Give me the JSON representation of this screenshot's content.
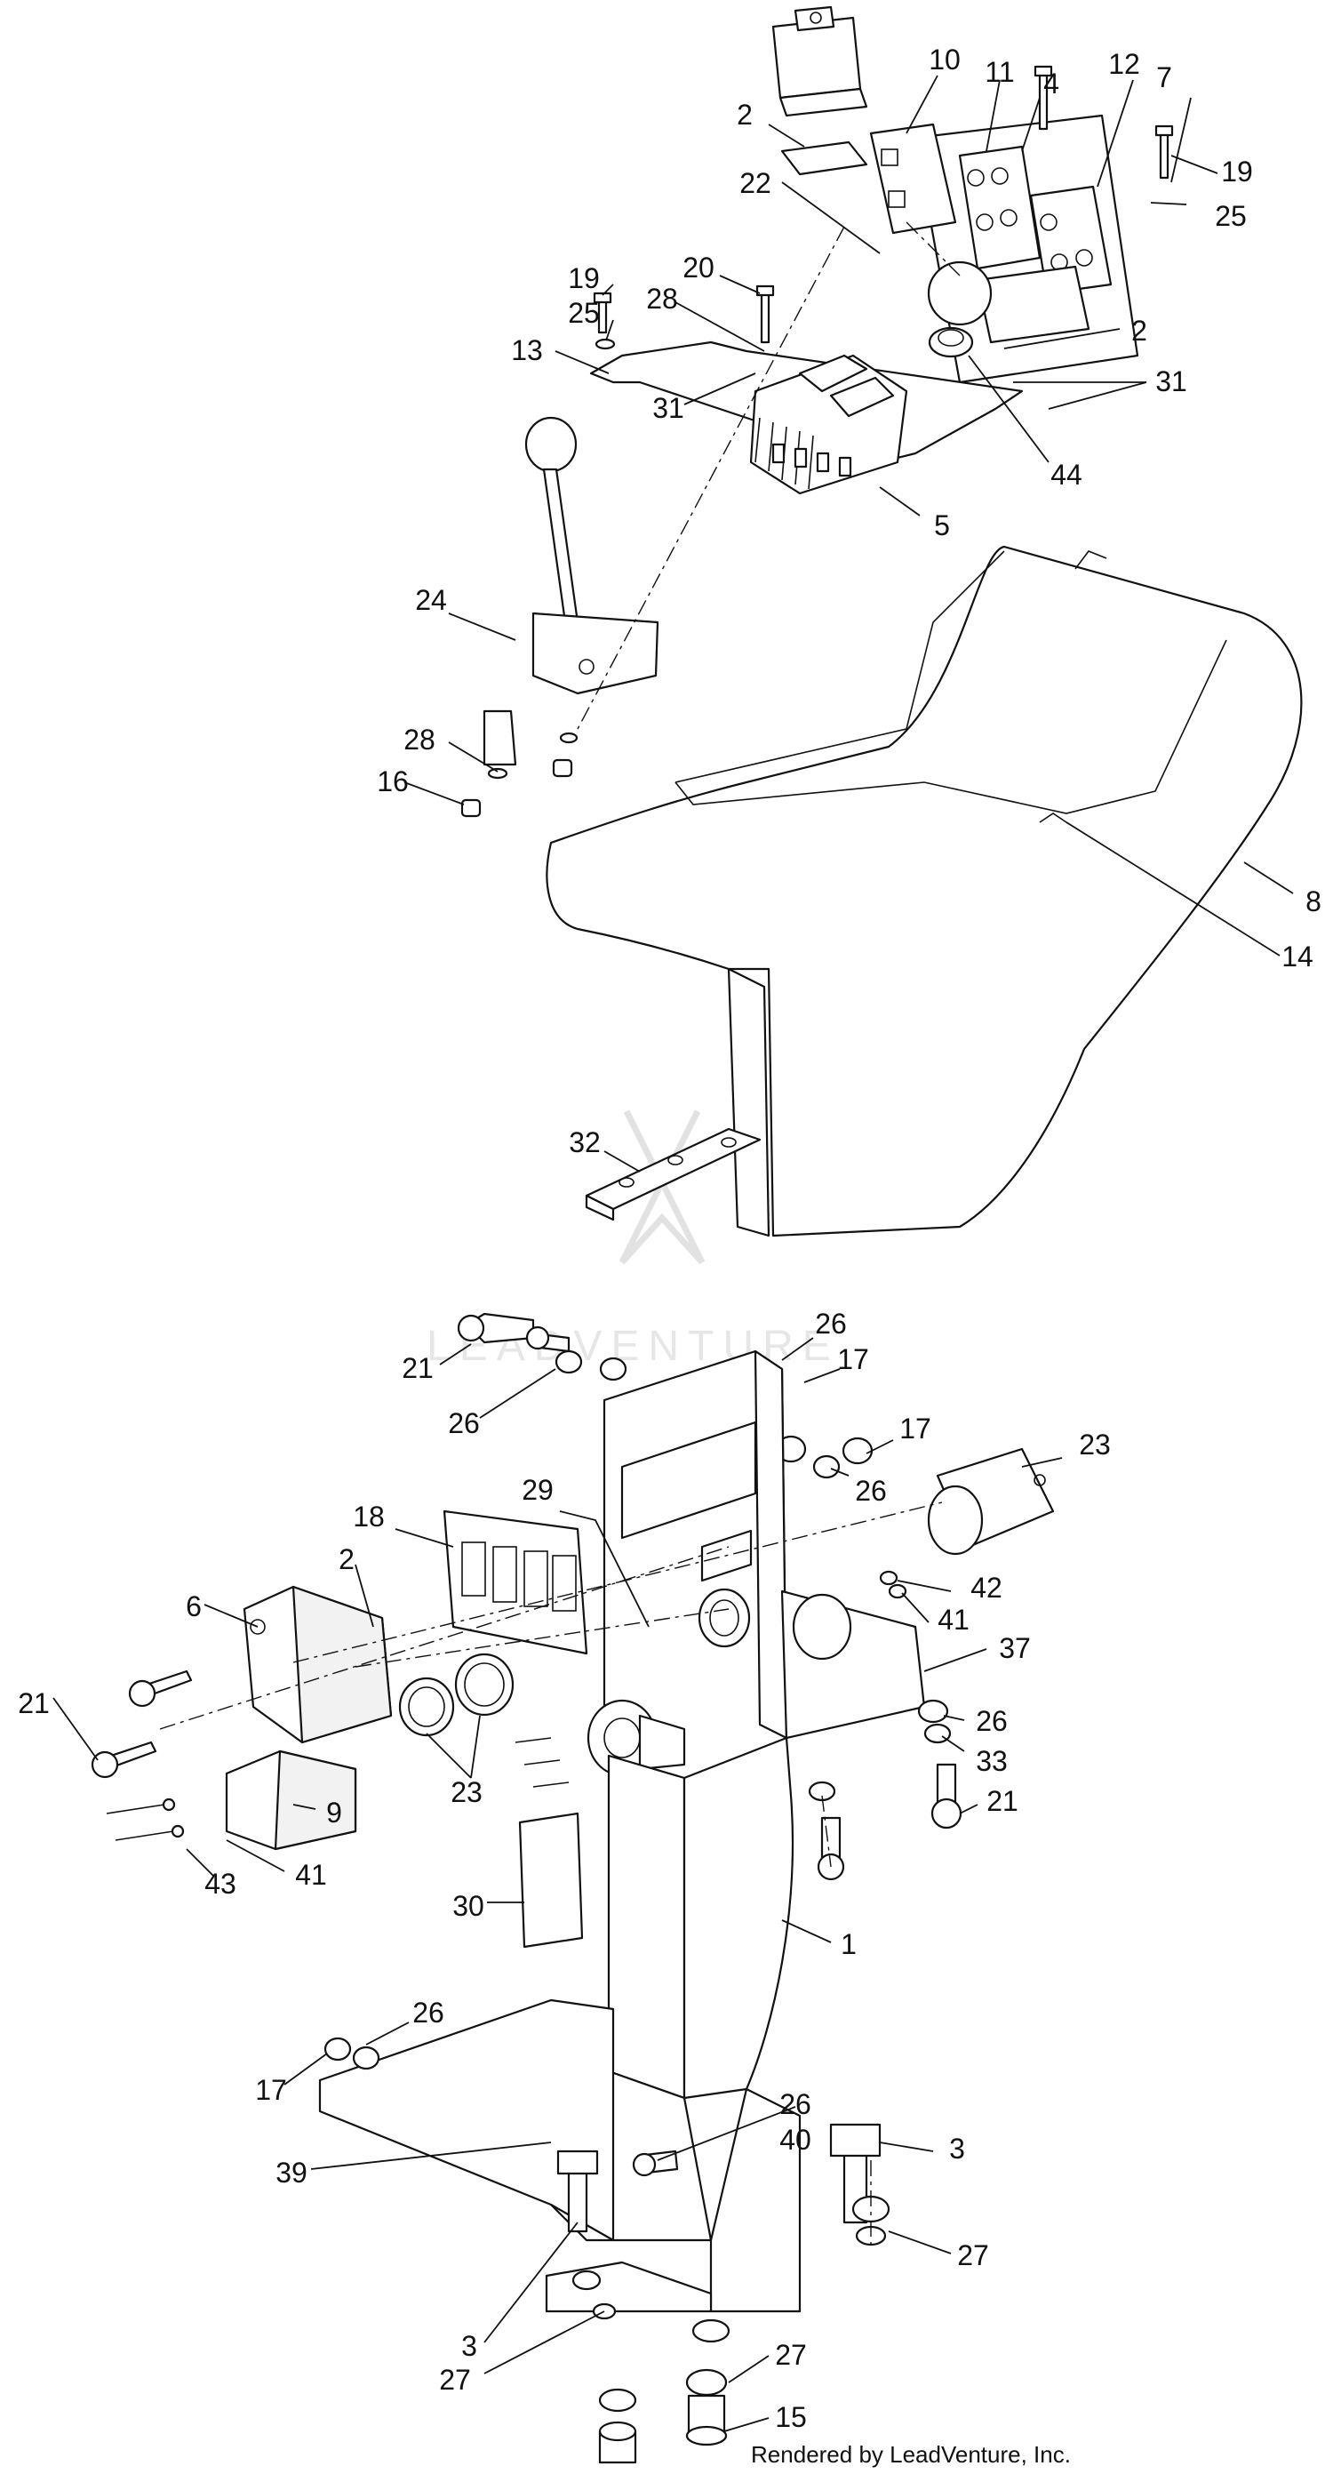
{
  "callouts": [
    {
      "n": "2"
    },
    {
      "n": "10"
    },
    {
      "n": "11"
    },
    {
      "n": "4"
    },
    {
      "n": "12"
    },
    {
      "n": "7"
    },
    {
      "n": "19"
    },
    {
      "n": "25"
    },
    {
      "n": "22"
    },
    {
      "n": "20"
    },
    {
      "n": "19"
    },
    {
      "n": "28"
    },
    {
      "n": "25"
    },
    {
      "n": "13"
    },
    {
      "n": "31"
    },
    {
      "n": "2"
    },
    {
      "n": "31"
    },
    {
      "n": "44"
    },
    {
      "n": "5"
    },
    {
      "n": "24"
    },
    {
      "n": "28"
    },
    {
      "n": "16"
    },
    {
      "n": "8"
    },
    {
      "n": "14"
    },
    {
      "n": "32"
    },
    {
      "n": "26"
    },
    {
      "n": "17"
    },
    {
      "n": "21"
    },
    {
      "n": "26"
    },
    {
      "n": "17"
    },
    {
      "n": "26"
    },
    {
      "n": "23"
    },
    {
      "n": "29"
    },
    {
      "n": "18"
    },
    {
      "n": "2"
    },
    {
      "n": "42"
    },
    {
      "n": "6"
    },
    {
      "n": "41"
    },
    {
      "n": "37"
    },
    {
      "n": "21"
    },
    {
      "n": "26"
    },
    {
      "n": "33"
    },
    {
      "n": "23"
    },
    {
      "n": "21"
    },
    {
      "n": "9"
    },
    {
      "n": "41"
    },
    {
      "n": "43"
    },
    {
      "n": "30"
    },
    {
      "n": "1"
    },
    {
      "n": "26"
    },
    {
      "n": "17"
    },
    {
      "n": "26"
    },
    {
      "n": "40"
    },
    {
      "n": "3"
    },
    {
      "n": "39"
    },
    {
      "n": "3"
    },
    {
      "n": "27"
    },
    {
      "n": "27"
    },
    {
      "n": "27"
    },
    {
      "n": "15"
    }
  ],
  "footer": {
    "text": "Rendered by LeadVenture, Inc."
  },
  "colors": {
    "line": "#111111",
    "background": "#ffffff",
    "watermark": "#e4e4e4"
  }
}
